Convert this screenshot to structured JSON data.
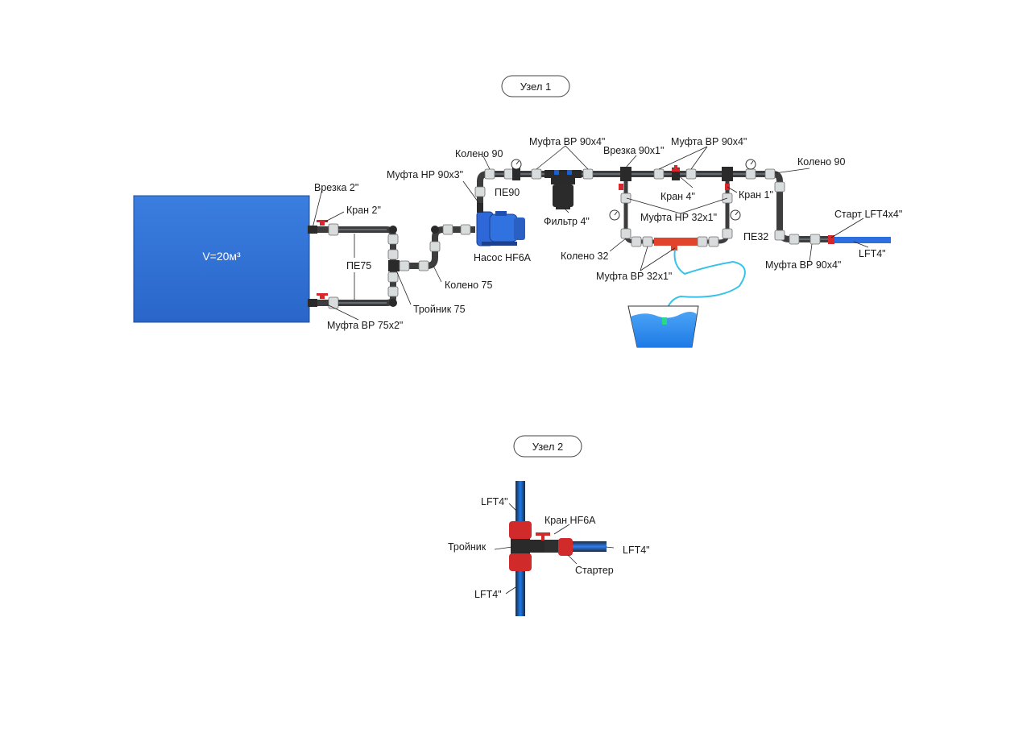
{
  "nodes": {
    "node1": "Узел 1",
    "node2": "Узел 2"
  },
  "tank": {
    "label": "V=20м³"
  },
  "labels": {
    "vrezka2": "Врезка 2\"",
    "kran2": "Кран 2\"",
    "pe75": "ПЕ75",
    "mufta_vr_75x2": "Муфта ВР 75х2\"",
    "troynik75": "Тройник 75",
    "koleno75": "Колено 75",
    "mufta_nr_90x3": "Муфта НР 90х3\"",
    "nasos": "Насос HF6A",
    "koleno90_left": "Колено 90",
    "pe90": "ПЕ90",
    "mufta_vr_90x4_top_left": "Муфта ВР 90х4\"",
    "filtr": "Фильтр 4\"",
    "vrezka_90x1": "Врезка 90х1\"",
    "mufta_vr_90x4_top_right": "Муфта ВР 90х4\"",
    "kran4": "Кран 4\"",
    "kran1": "Кран 1\"",
    "mufta_nr_32x1": "Муфта НР 32х1\"",
    "koleno32": "Колено 32",
    "mufta_vr_32x1": "Муфта ВР 32х1\"",
    "koleno90_right": "Колено 90",
    "pe32": "ПЕ32",
    "start_lft": "Старт LFT4х4\"",
    "lft4_top": "LFT4\"",
    "mufta_vr_90x4_bottom": "Муфта ВР 90х4\""
  },
  "node2_labels": {
    "lft4_top": "LFT4\"",
    "kran_hf6a": "Кран HF6A",
    "troynik": "Тройник",
    "lft4_right": "LFT4\"",
    "starter": "Стартер",
    "lft4_bottom": "LFT4\""
  },
  "colors": {
    "tank": "#2f6fd6",
    "pipe": "#3d3d3d",
    "blue_pipe": "#2e6fe0",
    "valve": "#d9262b",
    "water": "#2f8ff0"
  }
}
